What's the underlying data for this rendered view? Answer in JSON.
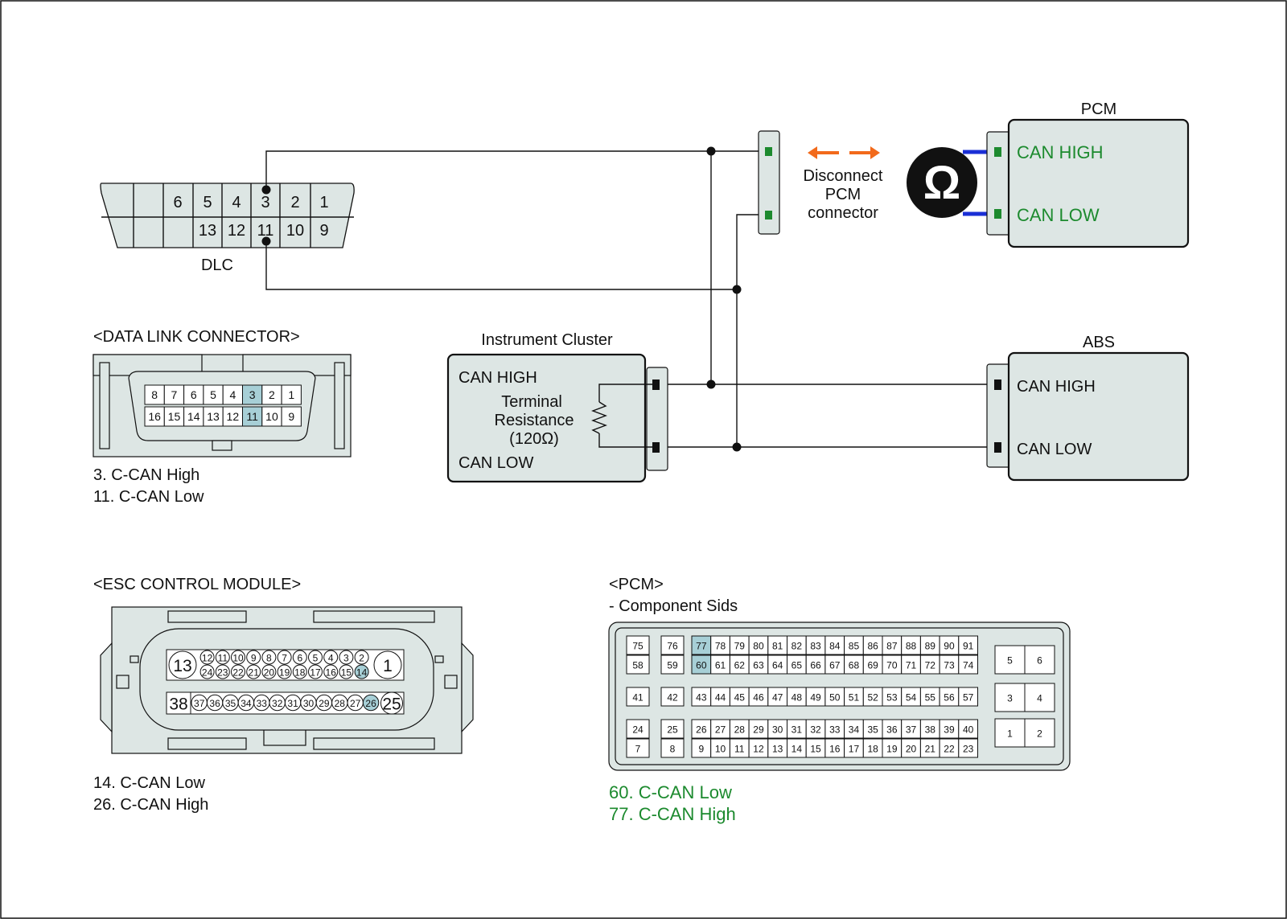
{
  "colors": {
    "accent_green": "#1c8a2e",
    "wire_blue": "#1a2fd6",
    "arrow_orange": "#f26a1b",
    "pin_highlight": "#a7cfd6",
    "body_fill": "#dde6e4"
  },
  "wiring": {
    "dlc": {
      "label": "DLC",
      "top_pins": [
        "6",
        "5",
        "4",
        "3",
        "2",
        "1"
      ],
      "bottom_pins": [
        "13",
        "12",
        "11",
        "10",
        "9"
      ]
    },
    "disconnect_note": [
      "Disconnect",
      "PCM",
      "connector"
    ],
    "ohm_symbol": "Ω",
    "pcm": {
      "title": "PCM",
      "can_high": "CAN HIGH",
      "can_low": "CAN LOW"
    },
    "abs": {
      "title": "ABS",
      "can_high": "CAN HIGH",
      "can_low": "CAN LOW"
    },
    "cluster": {
      "title": "Instrument Cluster",
      "can_high": "CAN HIGH",
      "can_low": "CAN LOW",
      "resistance": [
        "Terminal",
        "Resistance",
        "(120Ω)"
      ]
    }
  },
  "dlc_connector": {
    "title": "<DATA LINK CONNECTOR>",
    "top_row": [
      "8",
      "7",
      "6",
      "5",
      "4",
      "3",
      "2",
      "1"
    ],
    "bottom_row": [
      "16",
      "15",
      "14",
      "13",
      "12",
      "11",
      "10",
      "9"
    ],
    "highlighted": [
      "3",
      "11"
    ],
    "notes": [
      "3. C-CAN High",
      "11. C-CAN Low"
    ]
  },
  "esc_module": {
    "title": "<ESC CONTROL MODULE>",
    "large_pins": [
      "13",
      "1",
      "38",
      "25"
    ],
    "row1": [
      "12",
      "11",
      "10",
      "9",
      "8",
      "7",
      "6",
      "5",
      "4",
      "3",
      "2"
    ],
    "row2": [
      "24",
      "23",
      "22",
      "21",
      "20",
      "19",
      "18",
      "17",
      "16",
      "15",
      "14"
    ],
    "row3": [
      "37",
      "36",
      "35",
      "34",
      "33",
      "32",
      "31",
      "30",
      "29",
      "28",
      "27",
      "26"
    ],
    "highlighted": [
      "14",
      "26"
    ],
    "notes": [
      "14. C-CAN Low",
      "26. C-CAN High"
    ]
  },
  "pcm_connector": {
    "title": "<PCM>",
    "subtitle": "- Component Sids",
    "block1_top": [
      "75",
      "76"
    ],
    "block1_bottom": [
      "58",
      "59"
    ],
    "block1_main_top": [
      "77",
      "78",
      "79",
      "80",
      "81",
      "82",
      "83",
      "84",
      "85",
      "86",
      "87",
      "88",
      "89",
      "90",
      "91"
    ],
    "block1_main_bottom": [
      "60",
      "61",
      "62",
      "63",
      "64",
      "65",
      "66",
      "67",
      "68",
      "69",
      "70",
      "71",
      "72",
      "73",
      "74"
    ],
    "block2_singles": [
      "41",
      "42"
    ],
    "block2_main": [
      "43",
      "44",
      "45",
      "46",
      "47",
      "48",
      "49",
      "50",
      "51",
      "52",
      "53",
      "54",
      "55",
      "56",
      "57"
    ],
    "block3_top": [
      "24",
      "25"
    ],
    "block3_bottom": [
      "7",
      "8"
    ],
    "block3_main_top": [
      "26",
      "27",
      "28",
      "29",
      "30",
      "31",
      "32",
      "33",
      "34",
      "35",
      "36",
      "37",
      "38",
      "39",
      "40"
    ],
    "block3_main_bottom": [
      "9",
      "10",
      "11",
      "12",
      "13",
      "14",
      "15",
      "16",
      "17",
      "18",
      "19",
      "20",
      "21",
      "22",
      "23"
    ],
    "side_pins": [
      [
        "5",
        "6"
      ],
      [
        "3",
        "4"
      ],
      [
        "1",
        "2"
      ]
    ],
    "highlighted": [
      "77",
      "60"
    ],
    "notes": [
      "60. C-CAN Low",
      "77. C-CAN High"
    ]
  }
}
